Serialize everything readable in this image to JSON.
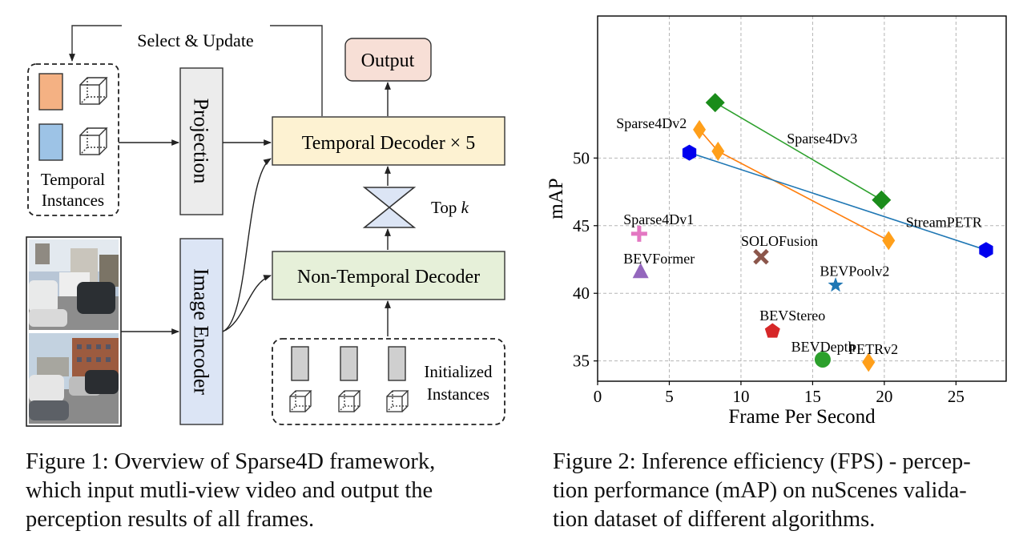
{
  "diagram": {
    "select_update": "Select & Update",
    "output": "Output",
    "temporal_decoder": "Temporal Decoder × 5",
    "projection": "Projection",
    "temporal_instances": [
      "Temporal",
      "Instances"
    ],
    "top_k": "Top",
    "top_k_var": "k",
    "non_temporal_decoder": "Non-Temporal Decoder",
    "image_encoder": "Image Encoder",
    "initialized_instances": [
      "Initialized",
      "Instances"
    ]
  },
  "captions": {
    "fig1": [
      "Figure 1: Overview of Sparse4D framework,",
      "which input mutli-view video and output the",
      "perception results of all frames."
    ],
    "fig2": [
      "Figure 2: Inference efficiency (FPS) - percep-",
      "tion performance (mAP) on nuScenes valida-",
      "tion dataset of different algorithms."
    ]
  },
  "colors": {
    "output_fill": "#f7dfd6",
    "temporal_decoder_fill": "#fdf2d2",
    "non_temporal_fill": "#e6f0d9",
    "projection_fill": "#ececec",
    "image_encoder_fill": "#dce5f5",
    "orange_instance": "#f4b183",
    "blue_instance": "#9dc3e6"
  },
  "chart_data": {
    "type": "scatter",
    "xlabel": "Frame Per Second",
    "ylabel": "mAP",
    "xlim": [
      0,
      28.5
    ],
    "ylim": [
      33.5,
      60.5
    ],
    "xticks": [
      0,
      5,
      10,
      15,
      20,
      25
    ],
    "yticks": [
      35,
      40,
      45,
      50
    ],
    "grid": true,
    "points": [
      {
        "name": "Sparse4Dv3",
        "x": 8.2,
        "y": 54.1,
        "marker": "diamond",
        "color": "#1a8c1a"
      },
      {
        "name": "Sparse4Dv3",
        "x": 19.8,
        "y": 46.9,
        "marker": "diamond",
        "color": "#1a8c1a"
      },
      {
        "name": "Sparse4Dv2",
        "x": 7.1,
        "y": 52.1,
        "marker": "thin-diamond",
        "color": "#ff9f1a"
      },
      {
        "name": "Sparse4Dv2",
        "x": 8.4,
        "y": 50.5,
        "marker": "thin-diamond",
        "color": "#ff9f1a"
      },
      {
        "name": "Sparse4Dv2",
        "x": 20.3,
        "y": 43.9,
        "marker": "thin-diamond",
        "color": "#ff9f1a"
      },
      {
        "name": "StreamPETR",
        "x": 6.4,
        "y": 50.4,
        "marker": "hexagon",
        "color": "#0000ee"
      },
      {
        "name": "StreamPETR",
        "x": 27.1,
        "y": 43.2,
        "marker": "hexagon",
        "color": "#0000ee"
      },
      {
        "name": "Sparse4Dv1",
        "x": 2.9,
        "y": 44.4,
        "marker": "plus",
        "color": "#e377c2"
      },
      {
        "name": "BEVFormer",
        "x": 3.0,
        "y": 41.6,
        "marker": "triangle",
        "color": "#9467bd"
      },
      {
        "name": "SOLOFusion",
        "x": 11.4,
        "y": 42.7,
        "marker": "x",
        "color": "#8c564b"
      },
      {
        "name": "BEVPoolv2",
        "x": 16.6,
        "y": 40.6,
        "marker": "star",
        "color": "#1f77b4"
      },
      {
        "name": "BEVStereo",
        "x": 12.2,
        "y": 37.2,
        "marker": "pentagon",
        "color": "#d62728"
      },
      {
        "name": "BEVDepth",
        "x": 15.7,
        "y": 35.1,
        "marker": "circle",
        "color": "#2ca02c"
      },
      {
        "name": "PETRv2",
        "x": 18.9,
        "y": 34.9,
        "marker": "thin-diamond",
        "color": "#ff9f1a"
      }
    ],
    "lines": [
      {
        "name": "Sparse4Dv3",
        "color": "#2ca02c",
        "x": [
          8.2,
          19.8
        ],
        "y": [
          54.1,
          46.9
        ]
      },
      {
        "name": "Sparse4Dv2",
        "color": "#ff7f0e",
        "x": [
          7.1,
          8.4,
          20.3
        ],
        "y": [
          52.1,
          50.5,
          43.9
        ]
      },
      {
        "name": "StreamPETR",
        "color": "#1f77b4",
        "x": [
          6.4,
          27.1
        ],
        "y": [
          50.4,
          43.2
        ]
      }
    ],
    "labels": [
      {
        "text": "Sparse4Dv3",
        "x": 13.2,
        "y": 51.1,
        "anchor": "start"
      },
      {
        "text": "Sparse4Dv2",
        "x": 1.3,
        "y": 52.2,
        "anchor": "start"
      },
      {
        "text": "StreamPETR",
        "x": 21.5,
        "y": 44.9,
        "anchor": "start"
      },
      {
        "text": "Sparse4Dv1",
        "x": 1.8,
        "y": 45.1,
        "anchor": "start"
      },
      {
        "text": "BEVFormer",
        "x": 1.8,
        "y": 42.2,
        "anchor": "start"
      },
      {
        "text": "SOLOFusion",
        "x": 10.0,
        "y": 43.5,
        "anchor": "start"
      },
      {
        "text": "BEVPoolv2",
        "x": 15.5,
        "y": 41.3,
        "anchor": "start"
      },
      {
        "text": "BEVStereo",
        "x": 11.3,
        "y": 38.0,
        "anchor": "start"
      },
      {
        "text": "BEVDepth",
        "x": 13.5,
        "y": 35.7,
        "anchor": "start"
      },
      {
        "text": "PETRv2",
        "x": 17.5,
        "y": 35.5,
        "anchor": "start"
      }
    ]
  }
}
